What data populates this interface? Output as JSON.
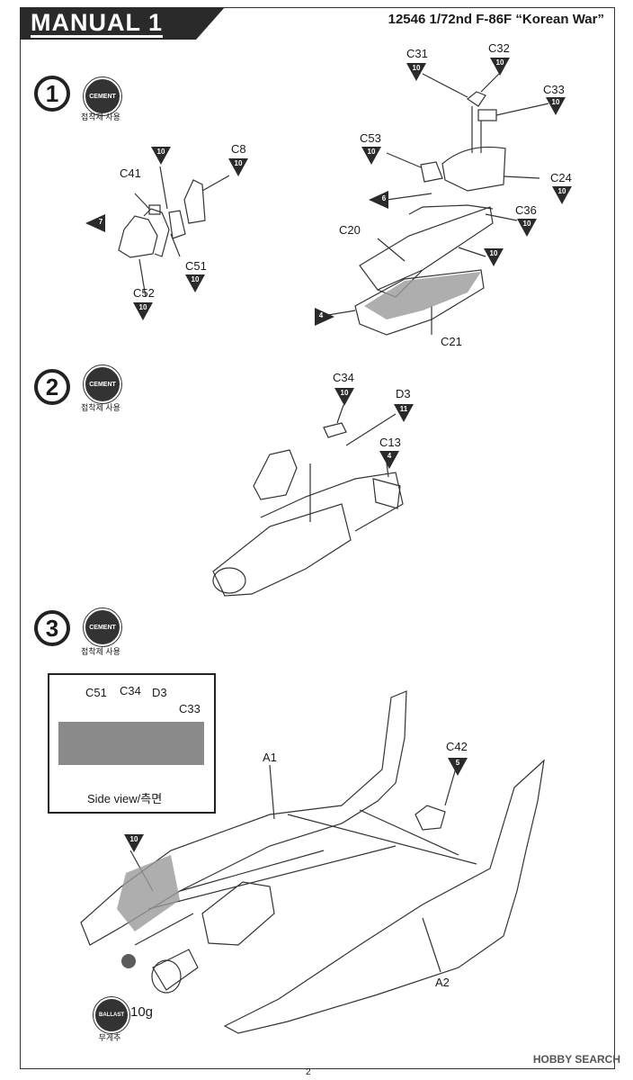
{
  "header": {
    "title": "MANUAL 1",
    "product": "12546 1/72nd F-86F “Korean War”"
  },
  "steps": [
    {
      "number": "1",
      "badge": "CEMENT",
      "caption": "접착제 사용"
    },
    {
      "number": "2",
      "badge": "CEMENT",
      "caption": "접착제 사용"
    },
    {
      "number": "3",
      "badge": "CEMENT",
      "caption": "접착제 사용"
    }
  ],
  "parts": {
    "c41": "C41",
    "c8": "C8",
    "c51": "C51",
    "c52": "C52",
    "c31": "C31",
    "c32": "C32",
    "c33": "C33",
    "c53": "C53",
    "c24": "C24",
    "c36": "C36",
    "c20": "C20",
    "c21": "C21",
    "c34": "C34",
    "d3": "D3",
    "c13": "C13",
    "a1": "A1",
    "a2": "A2",
    "c42": "C42"
  },
  "colors": {
    "n7": "7",
    "n10": "10",
    "n6": "6",
    "n4": "4",
    "n11": "11",
    "n5": "5"
  },
  "inset": {
    "c51": "C51",
    "c34": "C34",
    "d3": "D3",
    "c33": "C33",
    "caption": "Side view/측면"
  },
  "ballast": {
    "badge": "BALLAST",
    "caption": "무게추",
    "weight": "10g"
  },
  "page_number": "2",
  "watermark": "HOBBY SEARCH"
}
